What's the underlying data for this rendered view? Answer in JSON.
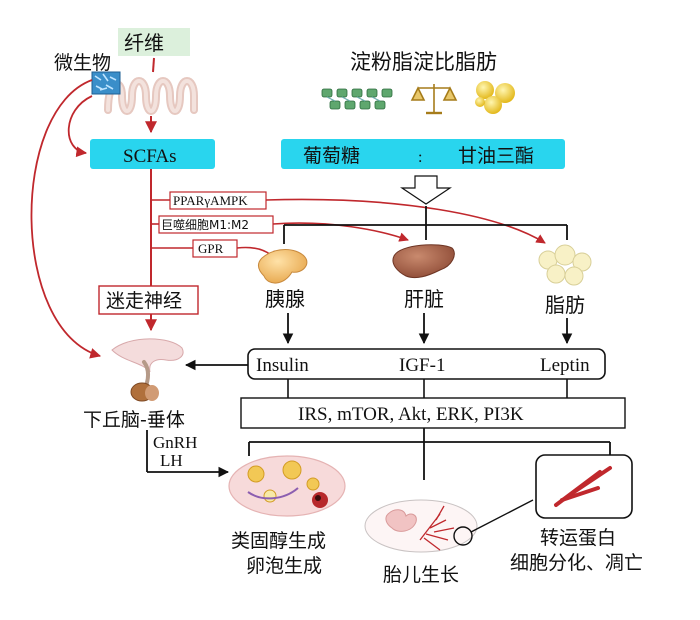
{
  "labels": {
    "fiber": "纤维",
    "microbe": "微生物",
    "scfas": "SCFAs",
    "macronutrients": "淀粉脂淀比脂肪",
    "glucose": "葡萄糖",
    "ratio_sep": ":",
    "triglyceride": "甘油三酯",
    "ppar": "PPARγAMPK",
    "macrophage": "巨噬细胞M1:M2",
    "gpr": "GPR",
    "vagus": "迷走神经",
    "pancreas": "胰腺",
    "liver": "肝脏",
    "adipose": "脂肪",
    "insulin": "Insulin",
    "igf1": "IGF-1",
    "leptin": "Leptin",
    "pathways": "IRS, mTOR, Akt, ERK, PI3K",
    "hypothalamus_pituitary": "下丘脑-垂体",
    "gnrh": "GnRH",
    "lh": "LH",
    "steroidogenesis": "类固醇生成",
    "folliculogenesis": "卵泡生成",
    "fetal_growth": "胎儿生长",
    "transporter": "转运蛋白",
    "cell_fate": "细胞分化、凋亡"
  },
  "colors": {
    "red_arrow": "#c0282d",
    "cyan_box": "#29d5ee",
    "fiber_box": "#dcf0dc",
    "black": "#111111"
  }
}
